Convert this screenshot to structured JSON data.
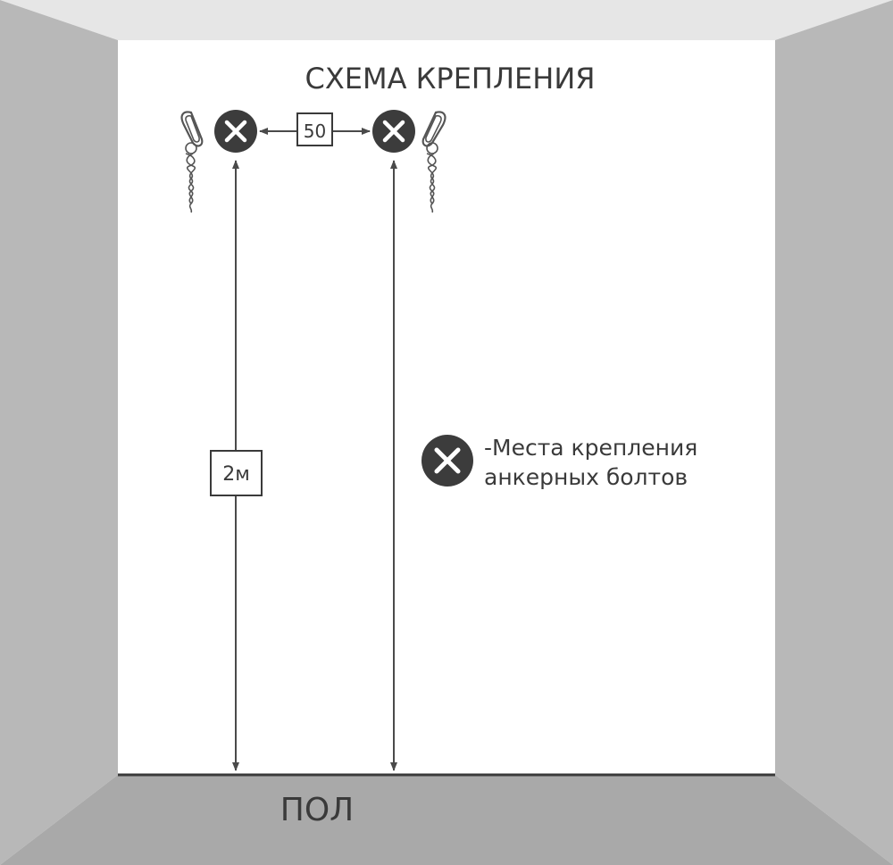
{
  "title": "СХЕМА КРЕПЛЕНИЯ",
  "spacing_label": "50",
  "height_label": "2м",
  "legend": {
    "line1": "-Места крепления",
    "line2": "анкерных болтов"
  },
  "floor_label": "ПОЛ",
  "colors": {
    "wall_side": "#b8b8b8",
    "ceiling": "#e6e6e6",
    "floor": "#a8a8a8",
    "marker": "#3c3c3c",
    "line": "#4a4a4a"
  }
}
